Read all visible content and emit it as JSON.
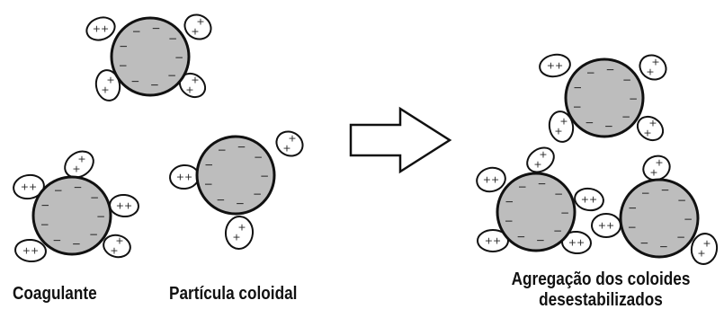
{
  "labels": {
    "coagulant": "Coagulante",
    "colloidal_particle": "Partícula coloidal",
    "aggregation_line1": "Agregação dos coloides",
    "aggregation_line2": "desestabilizados"
  },
  "charges": {
    "negative": "−",
    "positive_pair": "++",
    "positive": "+"
  },
  "colors": {
    "particle_fill": "#bdbdbd",
    "outline": "#111111",
    "coagulant_fill": "#ffffff"
  }
}
